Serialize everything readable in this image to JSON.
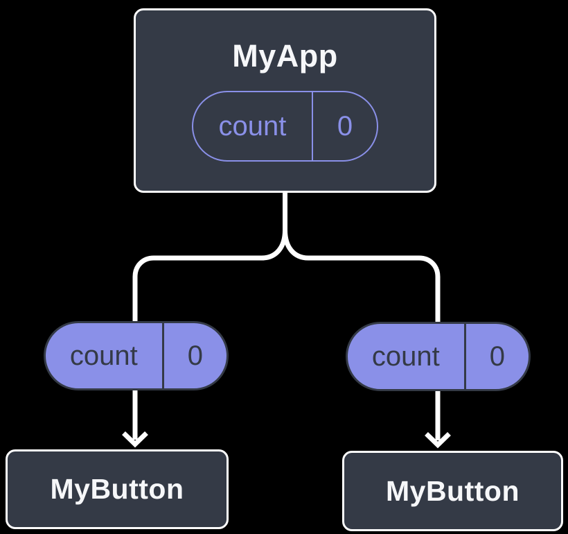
{
  "colors": {
    "background": "#000000",
    "node-fill": "#343A46",
    "node-border": "#FFFFFF",
    "accent": "#8A90E8",
    "dark-text": "#343A46",
    "light-text": "#F6F7F9",
    "connector": "#FFFFFF"
  },
  "diagram": {
    "root": {
      "title": "MyApp",
      "pill": {
        "label": "count",
        "value": "0"
      }
    },
    "pills": [
      {
        "label": "count",
        "value": "0"
      },
      {
        "label": "count",
        "value": "0"
      }
    ],
    "children": [
      {
        "title": "MyButton"
      },
      {
        "title": "MyButton"
      }
    ]
  }
}
